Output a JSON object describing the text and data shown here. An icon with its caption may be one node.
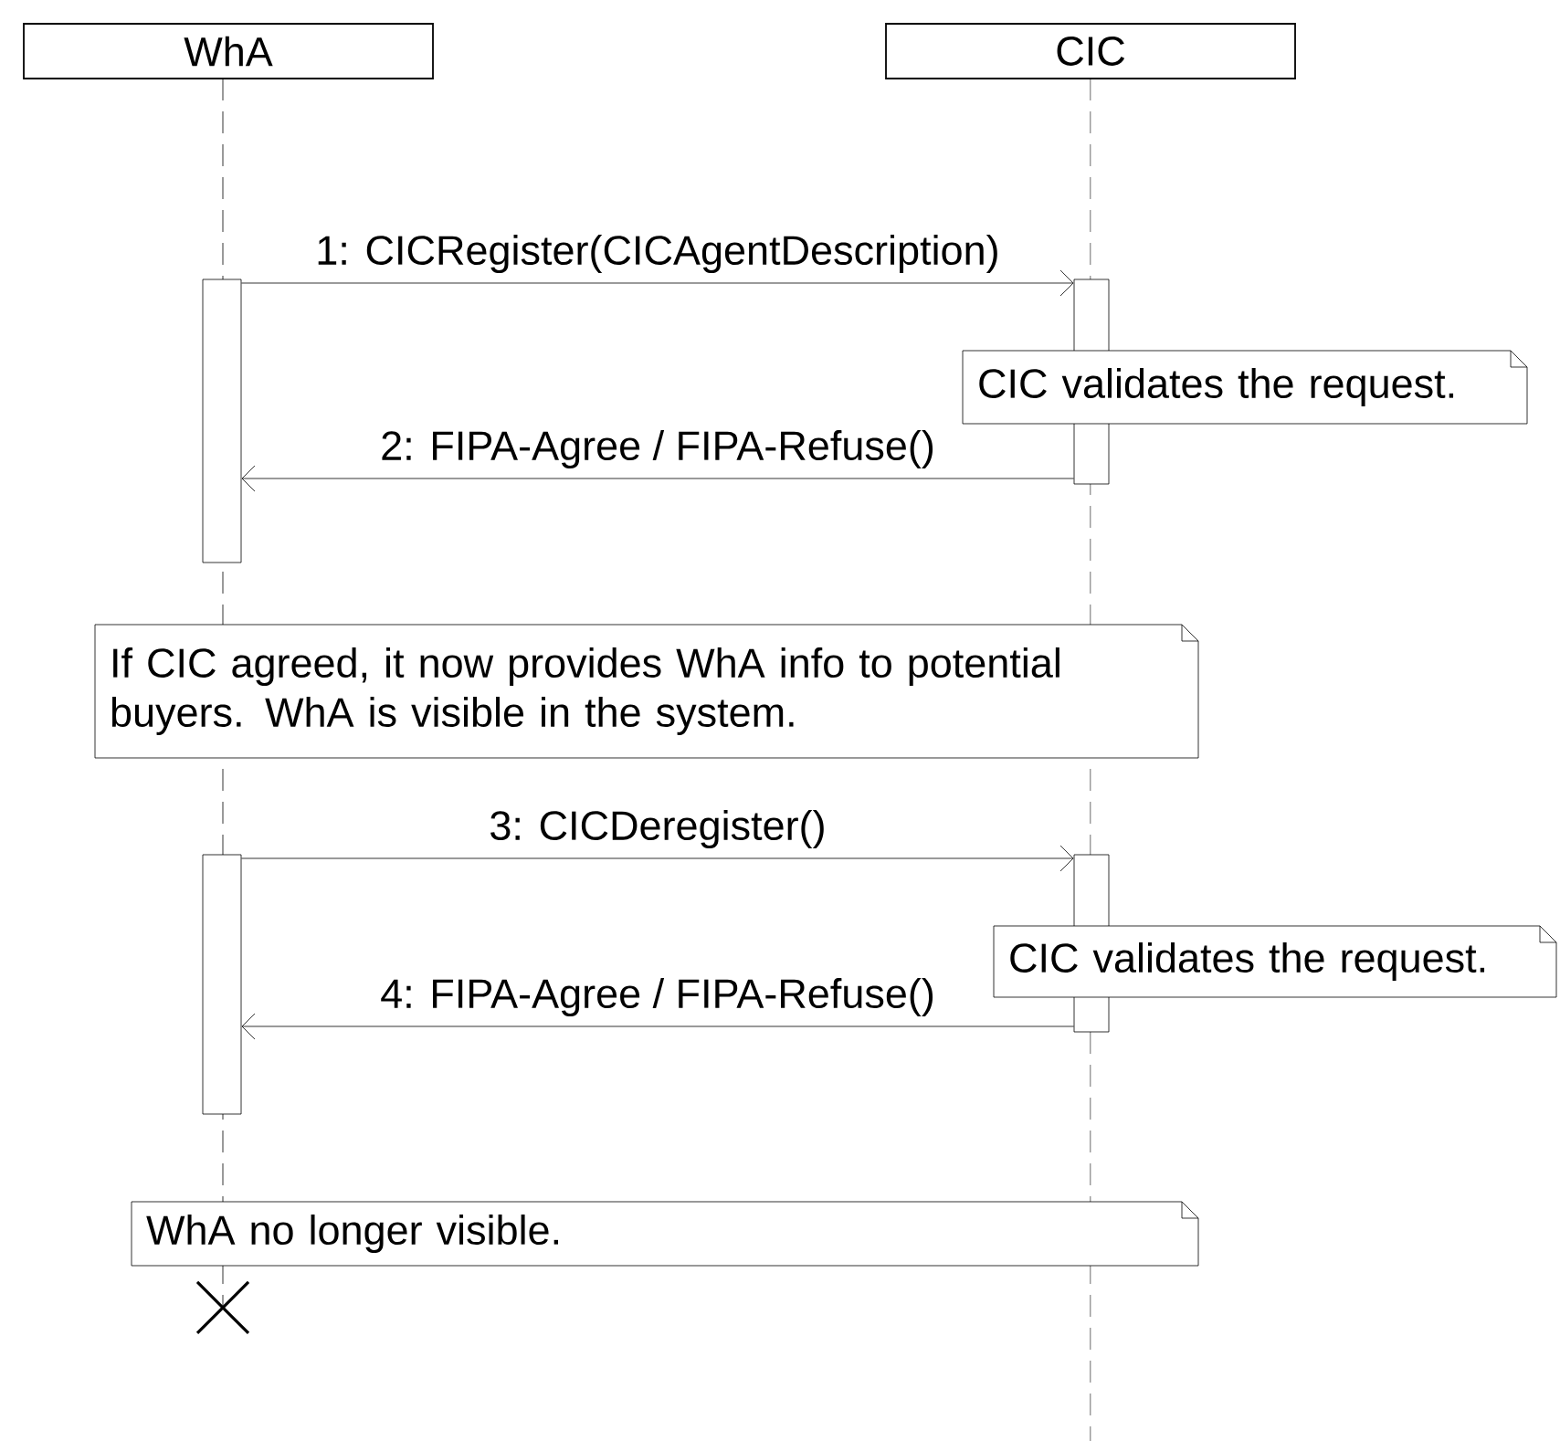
{
  "diagram": {
    "nodes": [
      {
        "text": [
          "WhA"
        ]
      },
      {
        "text": [
          "CIC"
        ]
      },
      {
        "text": [],
        "shape": "bar"
      },
      {
        "text": [],
        "shape": "bar"
      },
      {
        "text": [
          "CIC validates the request."
        ]
      },
      {
        "text": [
          "If CIC agreed, it now provides WhA info to potential buyers. WhA is visible in the system."
        ]
      },
      {
        "text": [],
        "shape": "bar"
      },
      {
        "text": [],
        "shape": "bar"
      },
      {
        "text": [
          "CIC validates the request."
        ]
      },
      {
        "text": [
          "WhA no longer visible."
        ]
      }
    ],
    "edges": [
      {
        "from": 2,
        "to": 3,
        "arrow": "to",
        "label": "1: CICRegister(CICAgentDescription)"
      },
      {
        "from": 3,
        "to": 2,
        "arrow": "to",
        "label": "2: FIPA-Agree / FIPA-Refuse()"
      },
      {
        "from": 6,
        "to": 7,
        "arrow": "to",
        "label": "3: CICDeregister()"
      },
      {
        "from": 7,
        "to": 6,
        "arrow": "to",
        "label": "4: FIPA-Agree / FIPA-Refuse()"
      }
    ]
  }
}
